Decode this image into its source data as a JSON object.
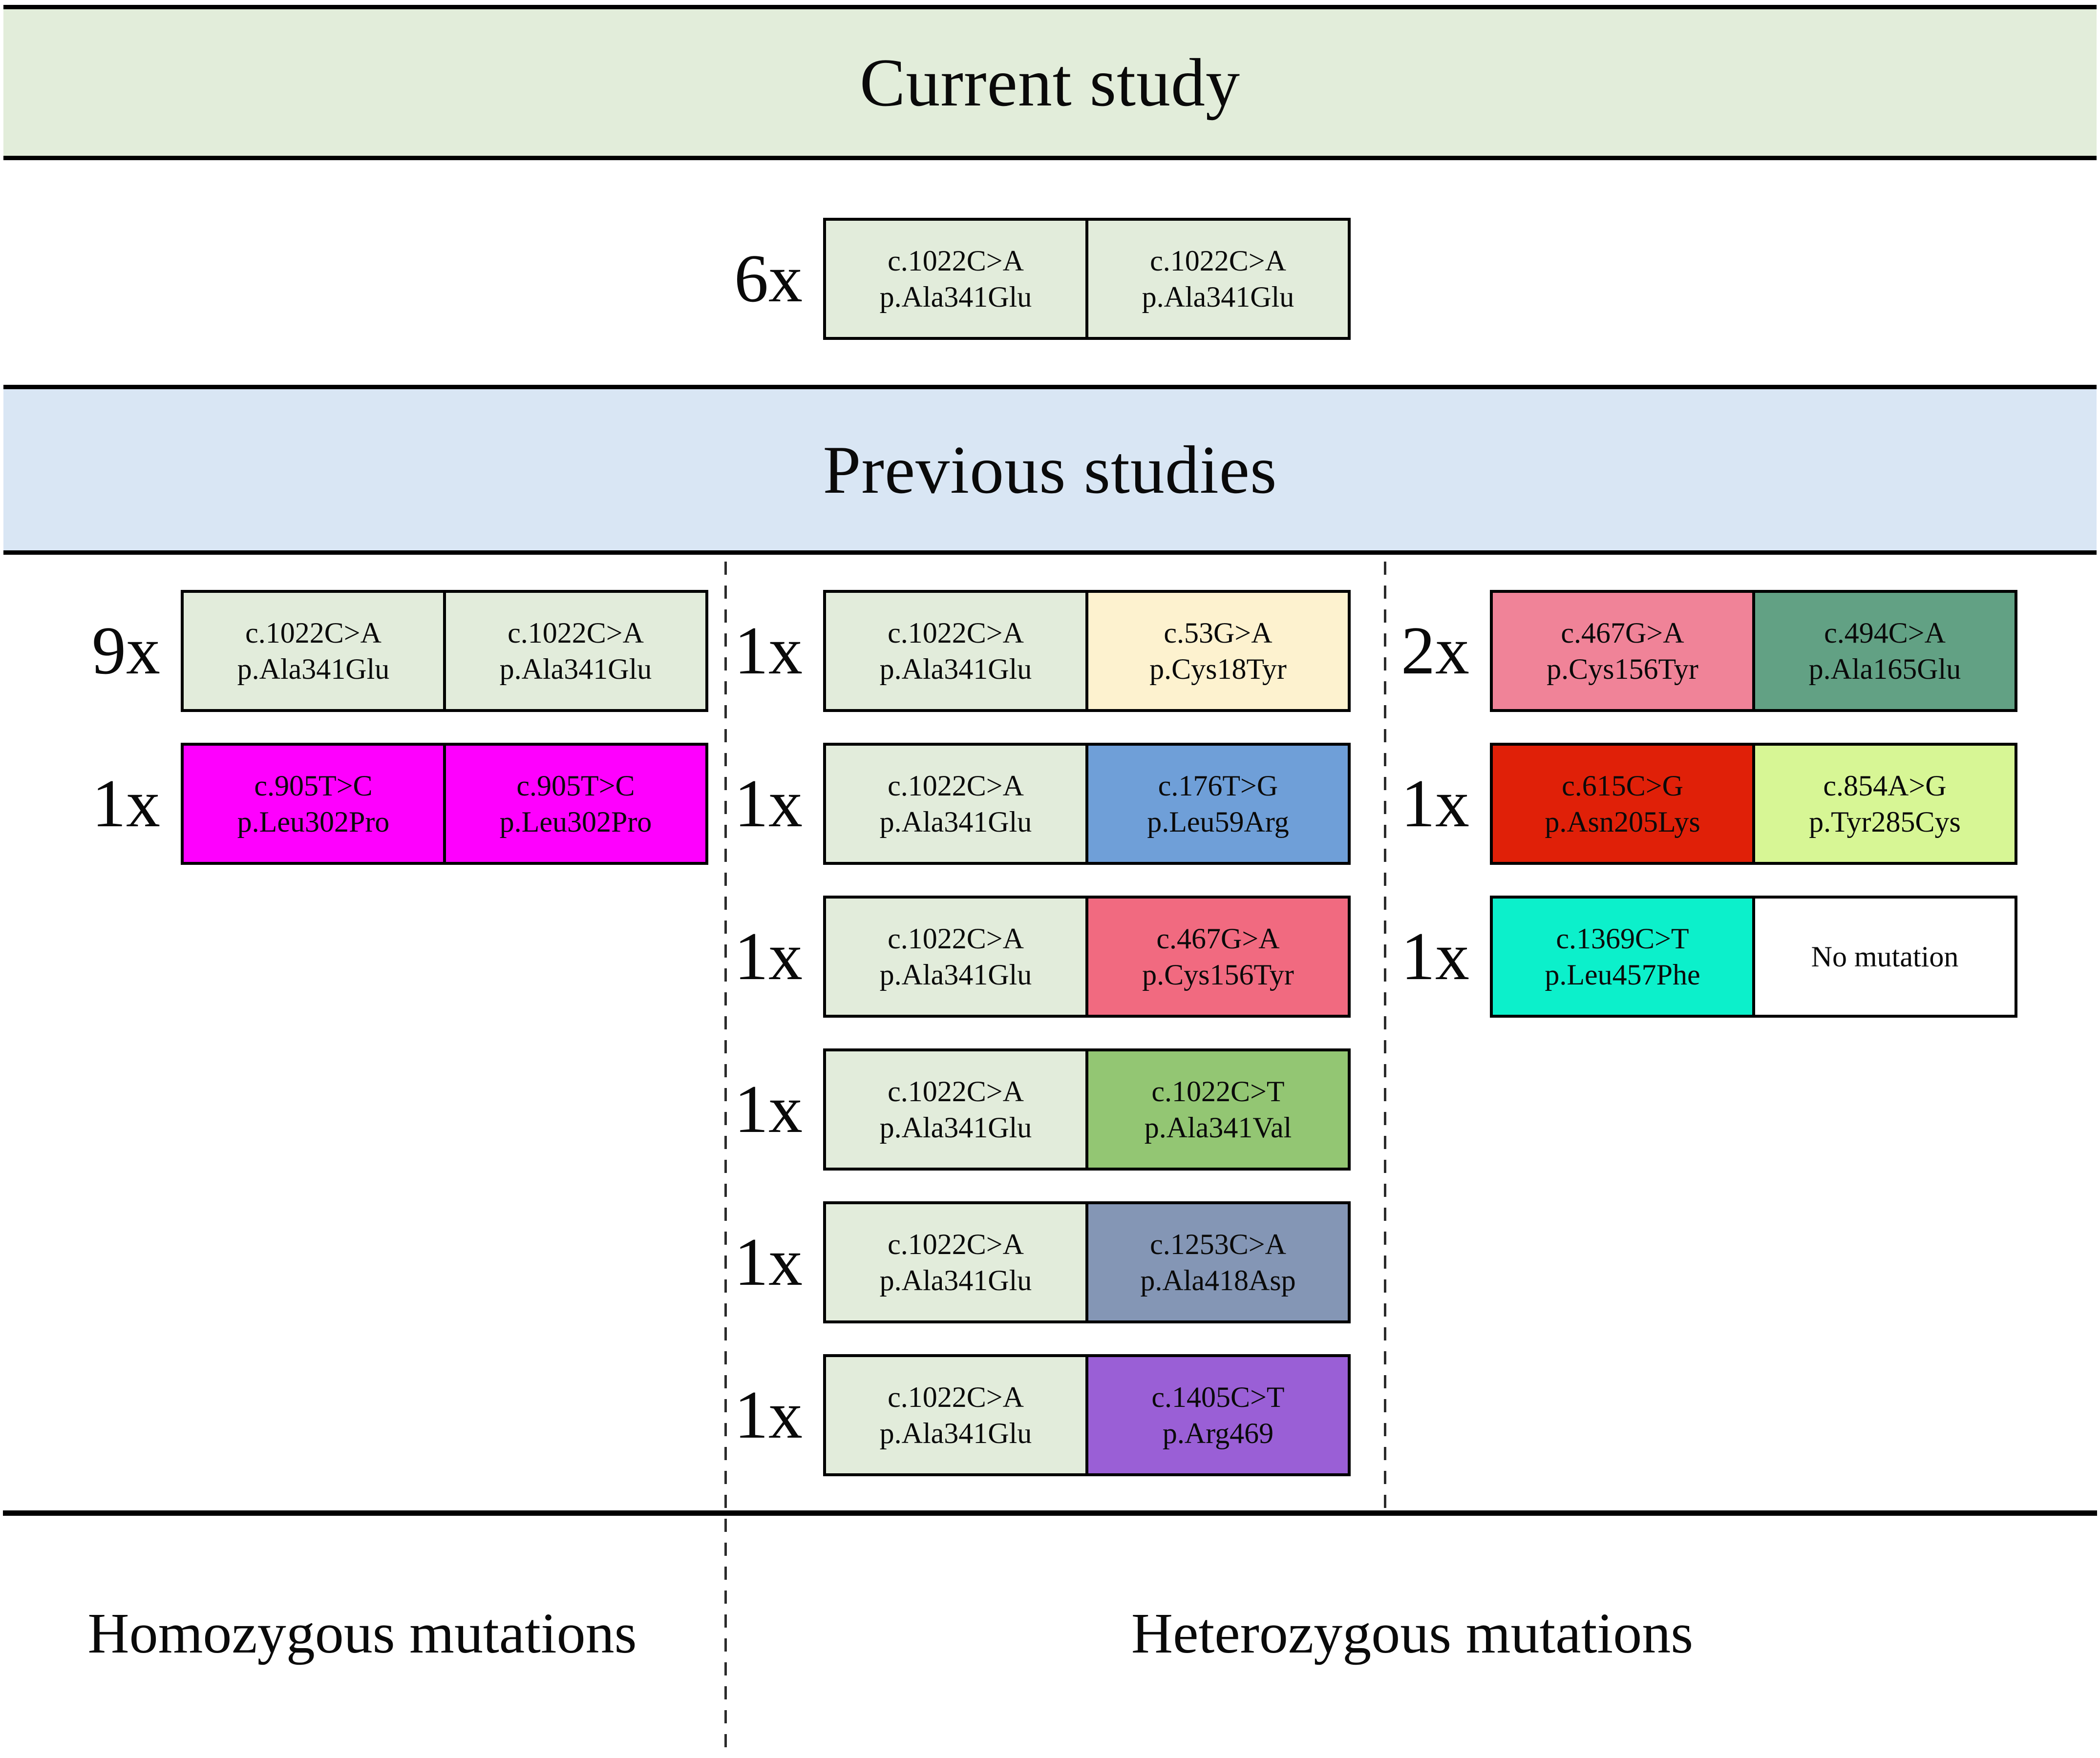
{
  "figure": {
    "current_study": {
      "title": "Current study",
      "row": {
        "count": "6x",
        "cells": [
          {
            "l1": "c.1022C>A",
            "l2": "p.Ala341Glu",
            "bg": "#e2ecdb"
          },
          {
            "l1": "c.1022C>A",
            "l2": "p.Ala341Glu",
            "bg": "#e2ecdb"
          }
        ]
      }
    },
    "previous_studies": {
      "title": "Previous studies"
    },
    "homozygous": {
      "rows": [
        {
          "count": "9x",
          "cells": [
            {
              "l1": "c.1022C>A",
              "l2": "p.Ala341Glu",
              "bg": "#e2ecdb"
            },
            {
              "l1": "c.1022C>A",
              "l2": "p.Ala341Glu",
              "bg": "#e2ecdb"
            }
          ]
        },
        {
          "count": "1x",
          "cells": [
            {
              "l1": "c.905T>C",
              "l2": "p.Leu302Pro",
              "bg": "#fe00fe"
            },
            {
              "l1": "c.905T>C",
              "l2": "p.Leu302Pro",
              "bg": "#fe00fe"
            }
          ]
        }
      ]
    },
    "heterozygous_middle": {
      "rows": [
        {
          "count": "1x",
          "cells": [
            {
              "l1": "c.1022C>A",
              "l2": "p.Ala341Glu",
              "bg": "#e2ecdb"
            },
            {
              "l1": "c.53G>A",
              "l2": "p.Cys18Tyr",
              "bg": "#fdf2cf"
            }
          ]
        },
        {
          "count": "1x",
          "cells": [
            {
              "l1": "c.1022C>A",
              "l2": "p.Ala341Glu",
              "bg": "#e2ecdb"
            },
            {
              "l1": "c.176T>G",
              "l2": "p.Leu59Arg",
              "bg": "#6f9fd8"
            }
          ]
        },
        {
          "count": "1x",
          "cells": [
            {
              "l1": "c.1022C>A",
              "l2": "p.Ala341Glu",
              "bg": "#e2ecdb"
            },
            {
              "l1": "c.467G>A",
              "l2": "p.Cys156Tyr",
              "bg": "#f16a80"
            }
          ]
        },
        {
          "count": "1x",
          "cells": [
            {
              "l1": "c.1022C>A",
              "l2": "p.Ala341Glu",
              "bg": "#e2ecdb"
            },
            {
              "l1": "c.1022C>T",
              "l2": "p.Ala341Val",
              "bg": "#93c673"
            }
          ]
        },
        {
          "count": "1x",
          "cells": [
            {
              "l1": "c.1022C>A",
              "l2": "p.Ala341Glu",
              "bg": "#e2ecdb"
            },
            {
              "l1": "c.1253C>A",
              "l2": "p.Ala418Asp",
              "bg": "#8496b5"
            }
          ]
        },
        {
          "count": "1x",
          "cells": [
            {
              "l1": "c.1022C>A",
              "l2": "p.Ala341Glu",
              "bg": "#e2ecdb"
            },
            {
              "l1": "c.1405C>T",
              "l2": "p.Arg469",
              "bg": "#9a5fd6"
            }
          ]
        }
      ]
    },
    "heterozygous_right": {
      "rows": [
        {
          "count": "2x",
          "cells": [
            {
              "l1": "c.467G>A",
              "l2": "p.Cys156Tyr",
              "bg": "#f08398"
            },
            {
              "l1": "c.494C>A",
              "l2": "p.Ala165Glu",
              "bg": "#62a184"
            }
          ]
        },
        {
          "count": "1x",
          "cells": [
            {
              "l1": "c.615C>G",
              "l2": "p.Asn205Lys",
              "bg": "#e02008"
            },
            {
              "l1": "c.854A>G",
              "l2": "p.Tyr285Cys",
              "bg": "#d7f695"
            }
          ]
        },
        {
          "count": "1x",
          "cells": [
            {
              "l1": "c.1369C>T",
              "l2": "p.Leu457Phe",
              "bg": "#0cf0cb"
            },
            {
              "l1": "No mutation",
              "l2": "",
              "bg": "#ffffff"
            }
          ]
        }
      ]
    },
    "footer": {
      "homozygous_label": "Homozygous mutations",
      "heterozygous_label": "Heterozygous mutations"
    }
  }
}
